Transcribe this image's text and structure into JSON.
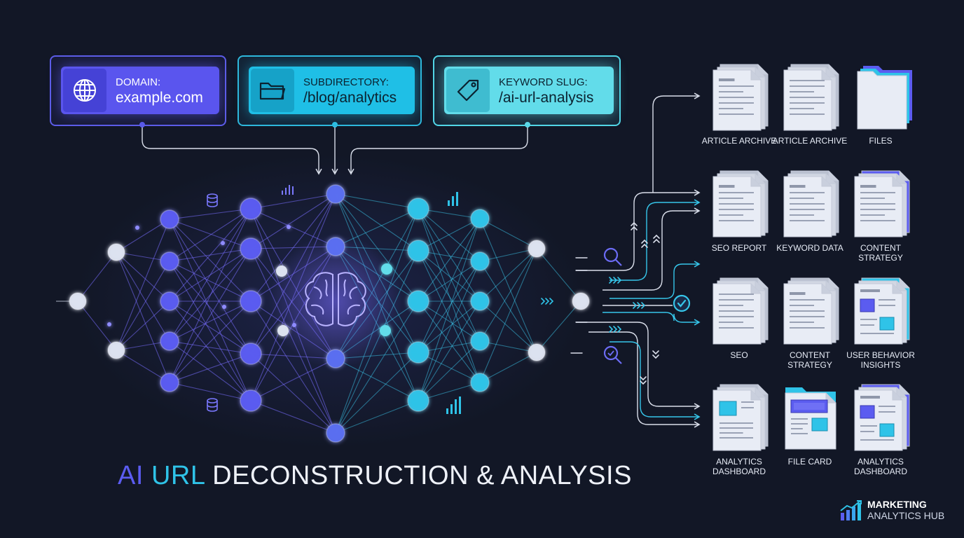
{
  "url_parts": [
    {
      "label": "DOMAIN:",
      "value": "example.com",
      "icon": "globe-icon"
    },
    {
      "label": "SUBDIRECTORY:",
      "value": "/blog/analytics",
      "icon": "folder-icon"
    },
    {
      "label": "KEYWORD SLUG:",
      "value": "/ai-url-analysis",
      "icon": "tag-icon"
    }
  ],
  "outputs": [
    {
      "label": "ARTICLE ARCHIVE",
      "icon": "document-stack-icon"
    },
    {
      "label": "ARTICLE ARCHIVE",
      "icon": "document-stack-icon"
    },
    {
      "label": "FILES",
      "icon": "folder-stack-icon"
    },
    {
      "label": "SEO REPORT",
      "icon": "document-stack-icon"
    },
    {
      "label": "KEYWORD DATA",
      "icon": "document-stack-icon"
    },
    {
      "label": "CONTENT STRATEGY",
      "icon": "document-stack-icon"
    },
    {
      "label": "SEO",
      "icon": "document-stack-icon"
    },
    {
      "label": "CONTENT STRATEGY",
      "icon": "document-stack-icon"
    },
    {
      "label": "USER BEHAVIOR INSIGHTS",
      "icon": "dashboard-document-icon"
    },
    {
      "label": "ANALYTICS DASHBOARD",
      "icon": "dashboard-document-icon"
    },
    {
      "label": "FILE CARD",
      "icon": "file-card-icon"
    },
    {
      "label": "ANALYTICS DASHBOARD",
      "icon": "dashboard-document-icon"
    }
  ],
  "title": {
    "part1": "AI",
    "part2": "URL",
    "part3": "DECONSTRUCTION & ANALYSIS"
  },
  "brand": {
    "line1": "MARKETING",
    "line2": "ANALYTICS HUB"
  },
  "colors": {
    "background": "#121726",
    "indigo": "#5b5cf0",
    "cyan": "#2fc3e8",
    "light_cyan": "#62dcea",
    "node_white": "#dde3f0"
  },
  "network": {
    "center_icon": "brain-icon"
  }
}
